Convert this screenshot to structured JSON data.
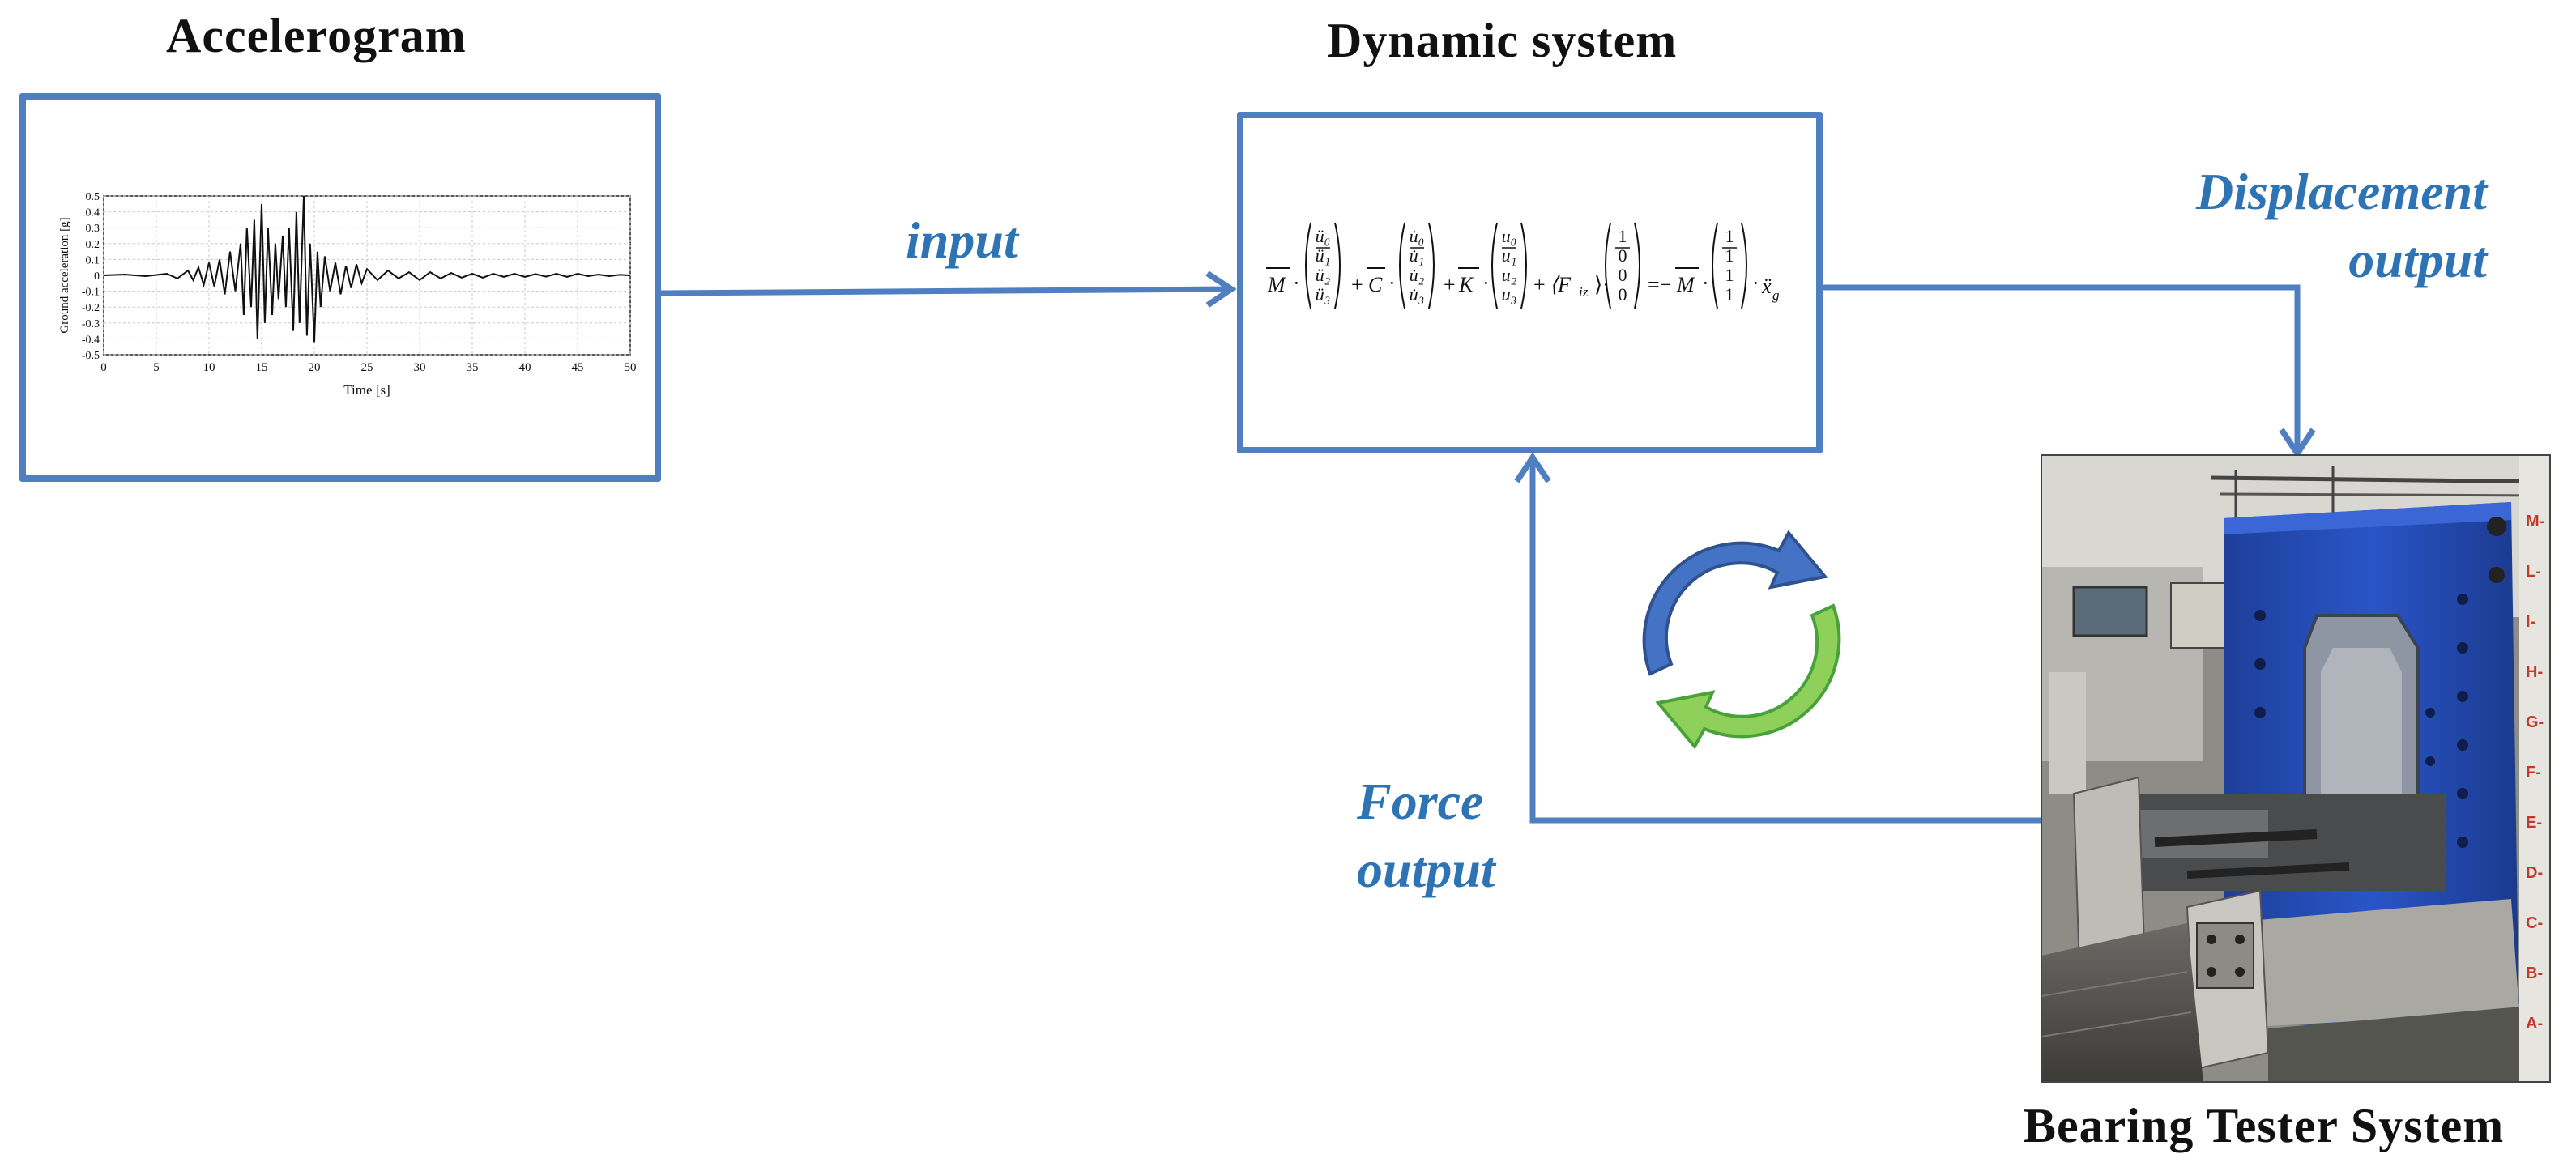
{
  "titles": {
    "accelerogram": "Accelerogram",
    "dynamic_system": "Dynamic system",
    "bearing_tester": "Bearing Tester System"
  },
  "flows": {
    "input": "input",
    "displacement_line1": "Displacement",
    "displacement_line2": "output",
    "force_line1": "Force",
    "force_line2": "output"
  },
  "equation": {
    "mass": "M",
    "damping": "C",
    "stiffness": "K",
    "force_vector": "⟨F",
    "force_subscript": "iz",
    "ground_accel": "ẍ",
    "ground_subscript": "g",
    "accel_vector": [
      "ü₀",
      "ü₁",
      "ü₂",
      "ü₃"
    ],
    "velocity_vector": [
      "u̇₀",
      "u̇₁",
      "u̇₂",
      "u̇₃"
    ],
    "displacement_vector": [
      "u₀",
      "u₁",
      "u₂",
      "u₃"
    ],
    "force_selector": [
      "1",
      "0",
      "0",
      "0"
    ],
    "influence_vector": [
      "1",
      "1",
      "1",
      "1"
    ]
  },
  "photo": {
    "panel_labels": [
      "M",
      "L",
      "I",
      "H",
      "G",
      "F",
      "E",
      "D",
      "C",
      "B",
      "A"
    ]
  },
  "colors": {
    "connector": "#4f7fc1",
    "label": "#2e74b5",
    "cycle_blue": "#4472c4",
    "cycle_green": "#8ed05a"
  },
  "chart_data": {
    "type": "line",
    "title": "",
    "xlabel": "Time [s]",
    "ylabel": "Ground acceleration [g]",
    "xlim": [
      0,
      50
    ],
    "ylim": [
      -0.5,
      0.5
    ],
    "xticks": [
      "0",
      "5",
      "10",
      "15",
      "20",
      "25",
      "30",
      "35",
      "40",
      "45",
      "50"
    ],
    "yticks": [
      "0.5",
      "0.4",
      "0.3",
      "0.2",
      "0.1",
      "0",
      "-0.1",
      "-0.2",
      "-0.3",
      "-0.4",
      "-0.5"
    ],
    "grid": true,
    "series": [
      {
        "x": [
          0,
          2,
          4,
          6,
          7,
          8,
          8.5,
          9,
          9.5,
          10,
          10.5,
          11,
          11.5,
          12,
          12.5,
          13,
          13.3,
          13.6,
          14,
          14.3,
          14.6,
          15,
          15.3,
          15.6,
          16,
          16.3,
          16.6,
          17,
          17.3,
          17.6,
          18,
          18.3,
          18.6,
          19,
          19.3,
          19.6,
          20,
          20.3,
          20.6,
          21,
          21.5,
          22,
          22.5,
          23,
          23.5,
          24,
          24.5,
          25,
          26,
          27,
          28,
          29,
          30,
          31,
          32,
          33,
          34,
          35,
          36,
          37,
          38,
          39,
          40,
          41,
          42,
          43,
          44,
          45,
          46,
          47,
          48,
          49,
          50
        ],
        "y": [
          0,
          0.005,
          -0.005,
          0.01,
          -0.02,
          0.03,
          -0.03,
          0.05,
          -0.06,
          0.08,
          -0.07,
          0.1,
          -0.12,
          0.15,
          -0.1,
          0.2,
          -0.25,
          0.3,
          -0.2,
          0.35,
          -0.4,
          0.45,
          -0.3,
          0.3,
          -0.25,
          0.2,
          -0.15,
          0.25,
          -0.2,
          0.3,
          -0.35,
          0.4,
          -0.3,
          0.5,
          -0.38,
          0.2,
          -0.42,
          0.15,
          -0.2,
          0.12,
          -0.1,
          0.08,
          -0.12,
          0.06,
          -0.08,
          0.07,
          -0.05,
          0.04,
          -0.03,
          0.03,
          -0.02,
          0.02,
          -0.03,
          0.02,
          -0.02,
          0.015,
          -0.015,
          0.01,
          -0.015,
          0.01,
          -0.01,
          0.01,
          -0.01,
          0.008,
          -0.008,
          0.01,
          -0.01,
          0.01,
          -0.005,
          0.005,
          -0.005,
          0.003,
          0
        ]
      }
    ]
  }
}
